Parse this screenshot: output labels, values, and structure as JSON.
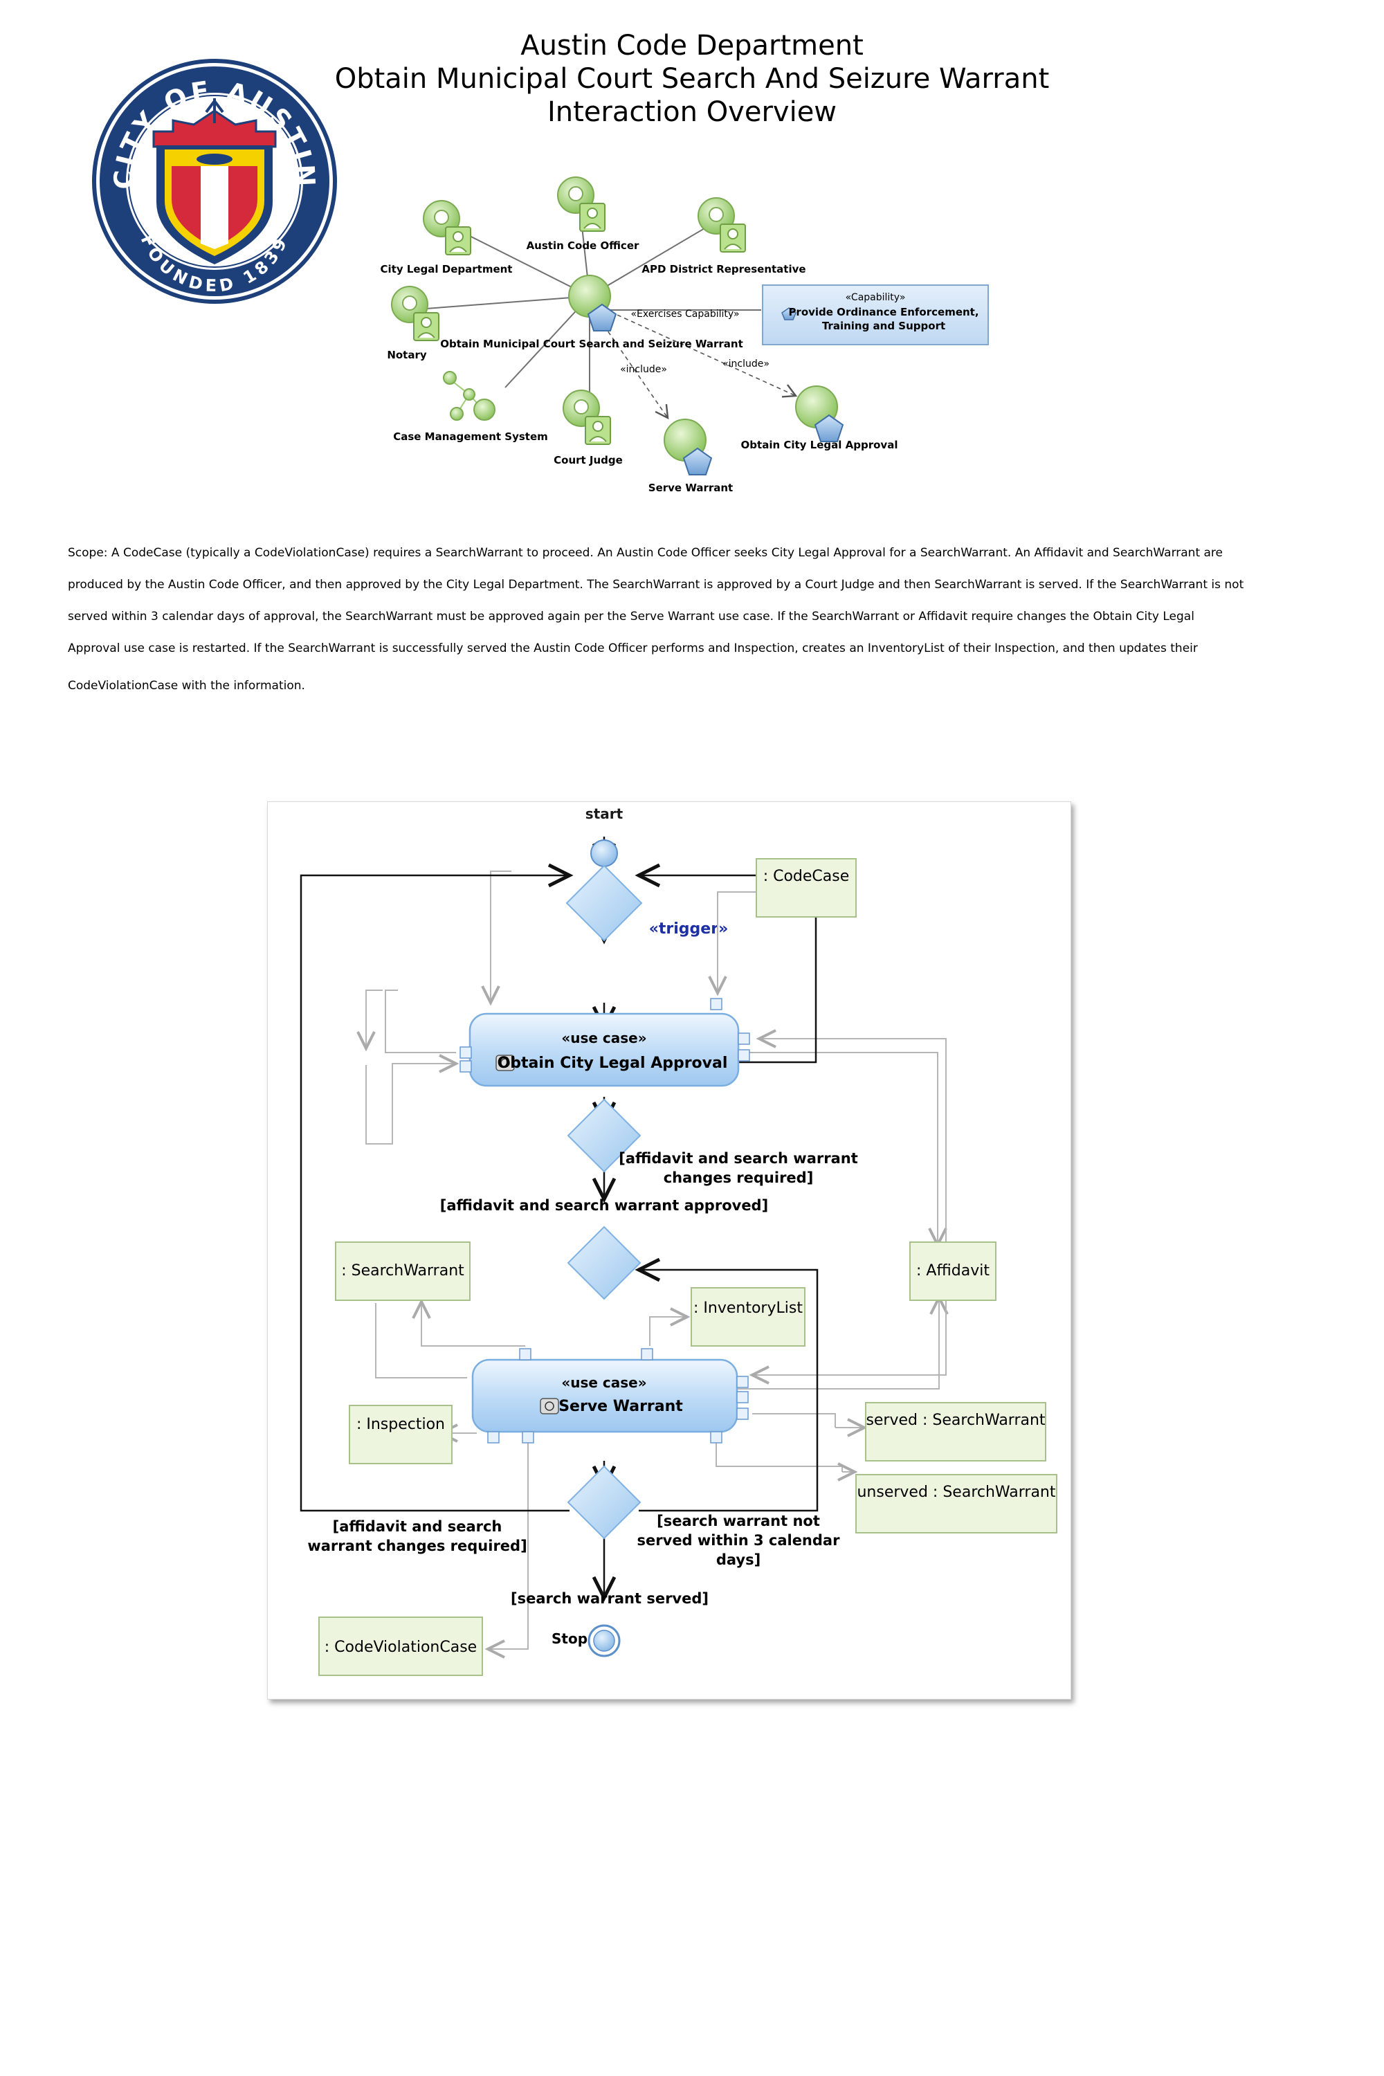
{
  "seal": {
    "arc_text": "CITY OF AUSTIN",
    "bottom_text": "FOUNDED 1839"
  },
  "header": {
    "line1": "Austin Code Department",
    "line2": "Obtain Municipal Court Search And Seizure Warrant",
    "line3": "Interaction Overview"
  },
  "context": {
    "actors": {
      "city_legal": "City Legal Department",
      "code_officer": "Austin Code Officer",
      "apd": "APD District Representative",
      "notary": "Notary",
      "case_mgmt": "Case Management System",
      "court_judge": "Court Judge"
    },
    "central_use_case": "Obtain Municipal Court Search and Seizure Warrant",
    "capability_stereotype": "«Capability»",
    "capability_line1": "Provide Ordinance Enforcement,",
    "capability_line2": "Training and Support",
    "exercises_label": "«Exercises Capability»",
    "include_label": "«include»",
    "serve_warrant": "Serve Warrant",
    "obtain_approval": "Obtain City Legal Approval"
  },
  "scope": {
    "line1": "Scope: A CodeCase (typically a CodeViolationCase) requires a SearchWarrant to proceed. An Austin Code Officer seeks City Legal Approval for a SearchWarrant. An Affidavit and SearchWarrant are",
    "line2": "produced by the Austin Code Officer, and then approved by the City Legal Department. The SearchWarrant is approved by a Court Judge and then SearchWarrant is served. If the SearchWarrant is not",
    "line3": "served within 3 calendar days of approval, the SearchWarrant must be approved again per the Serve Warrant use case. If the SearchWarrant or Affidavit require changes the Obtain City Legal",
    "line4": "Approval use case is restarted. If the SearchWarrant is successfully served the Austin Code Officer performs and Inspection, creates an InventoryList of their Inspection, and then updates their",
    "line5": "CodeViolationCase with the information."
  },
  "activity": {
    "start_label": "start",
    "stop_label": "Stop",
    "trigger_label": "«trigger»",
    "use_case_stereotype": "«use case»",
    "uc1_name": "Obtain City Legal Approval",
    "uc2_name": "Serve Warrant",
    "objects": {
      "code_case": ": CodeCase",
      "search_warrant": ": SearchWarrant",
      "affidavit": ": Affidavit",
      "inventory_list": ": InventoryList",
      "inspection": ": Inspection",
      "served": "served : SearchWarrant",
      "unserved": "unserved : SearchWarrant",
      "code_violation_case": ": CodeViolationCase"
    },
    "guards": {
      "changes_required_1a": "[affidavit and search warrant",
      "changes_required_1b": "changes required]",
      "approved": "[affidavit and search warrant approved]",
      "changes_required_2a": "[affidavit and search",
      "changes_required_2b": "warrant changes required]",
      "not_served_a": "[search warrant not",
      "not_served_b": "served within 3 calendar",
      "not_served_c": "days]",
      "served": "[search warrant served]"
    }
  },
  "colors": {
    "seal_blue": "#1d3f7a",
    "seal_red": "#d42a3c",
    "actor_green": "#9fcf6f",
    "capability_fill": "#cfe3f7",
    "use_case_blue": "#a9cdf1",
    "object_fill": "#eef5df",
    "object_border": "#a8c08a",
    "trigger_blue": "#1c2fa3"
  }
}
